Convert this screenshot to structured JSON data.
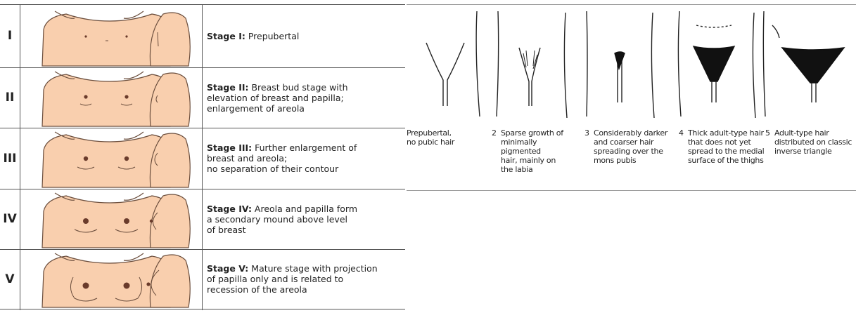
{
  "breast_stages": [
    {
      "numeral": "I",
      "title": "Stage I:",
      "lines": [
        " Prepubertal"
      ]
    },
    {
      "numeral": "II",
      "title": "Stage II:",
      "lines": [
        " Breast bud stage with",
        "elevation of breast and papilla;",
        "enlargement of areola"
      ]
    },
    {
      "numeral": "III",
      "title": "Stage III:",
      "lines": [
        " Further enlargement of",
        "breast and areola;",
        "no separation of their contour"
      ]
    },
    {
      "numeral": "IV",
      "title": "Stage IV:",
      "lines": [
        " Areola and papilla form",
        "a secondary mound above level",
        "of breast"
      ]
    },
    {
      "numeral": "V",
      "title": "Stage V:",
      "lines": [
        " Mature stage with projection",
        "of papilla only and is related to",
        "recession of the areola"
      ]
    }
  ],
  "pubic_stages": [
    {
      "number": "",
      "lines": [
        "Prepubertal,",
        "no pubic hair"
      ]
    },
    {
      "number": "2",
      "lines": [
        "Sparse growth of",
        "minimally pigmented",
        "hair, mainly on",
        "the labia"
      ]
    },
    {
      "number": "3",
      "lines": [
        "Considerably darker",
        "and coarser hair",
        "spreading over the",
        "mons pubis"
      ]
    },
    {
      "number": "4",
      "lines": [
        "Thick adult-type hair",
        "that does not yet",
        "spread to the medial",
        "surface of the thighs"
      ]
    },
    {
      "number": "5",
      "lines": [
        "Adult-type hair",
        "distributed on classic",
        "inverse triangle"
      ]
    }
  ],
  "colors": {
    "skin": "#f9cfae",
    "outline": "#6b4e3d",
    "areola": "#6a3b2b",
    "hair": "#111111"
  }
}
